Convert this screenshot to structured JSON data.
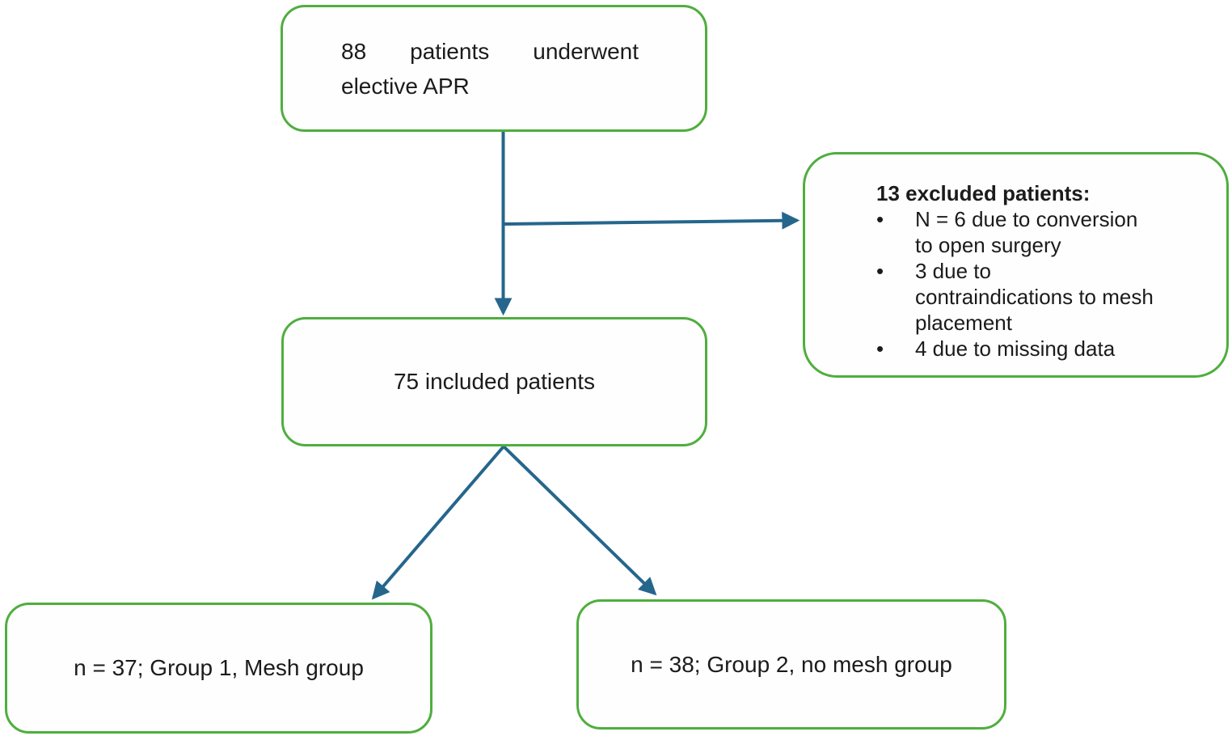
{
  "figure": {
    "type": "flow-diagram",
    "colors": {
      "node_border": "#4FAE3E",
      "arrow": "#25668C",
      "text": "#1b1b1b"
    },
    "bullet_char": "•",
    "nodes": {
      "enrolled": {
        "text": "88 patients underwent elective APR"
      },
      "included": {
        "text": "75 included patients"
      },
      "excluded": {
        "title": "13 excluded patients:",
        "bullets": [
          "N = 6 due to conversion to open surgery",
          "3 due to contraindications to mesh placement",
          "4 due to missing data"
        ]
      },
      "group1": {
        "text": "n = 37; Group 1, Mesh group"
      },
      "group2": {
        "text": "n = 38; Group 2, no mesh group"
      }
    },
    "edges": [
      {
        "from": "enrolled",
        "to": "included"
      },
      {
        "from": "enrolled",
        "to": "excluded"
      },
      {
        "from": "included",
        "to": "group1"
      },
      {
        "from": "included",
        "to": "group2"
      }
    ]
  }
}
